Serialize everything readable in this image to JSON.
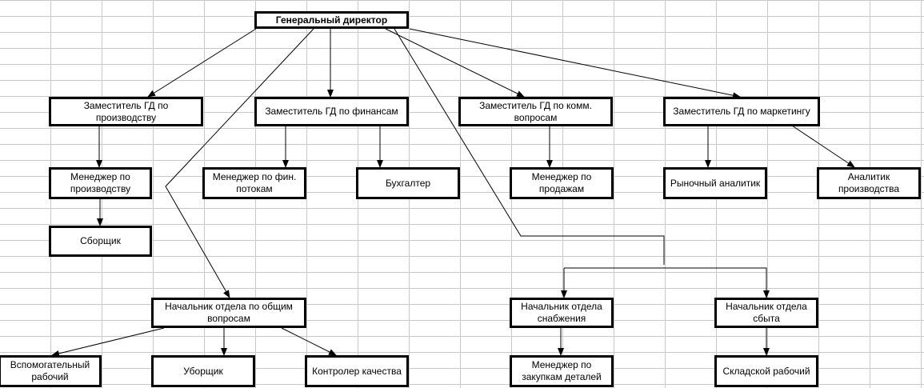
{
  "org": {
    "ceo": "Генеральный директор",
    "dep_production": "Заместитель ГД по производству",
    "dep_finance": "Заместитель ГД по финансам",
    "dep_commerce": "Заместитель ГД по комм. вопросам",
    "dep_marketing": "Заместитель ГД по маркетингу",
    "mgr_production": "Менеджер по производству",
    "assembler": "Сборщик",
    "mgr_fin_flows": "Менеджер по фин. потокам",
    "accountant": "Бухгалтер",
    "mgr_sales": "Менеджер по продажам",
    "market_analyst": "Рыночный аналитик",
    "production_analyst": "Аналитик производства",
    "head_general": "Начальник отдела по общим вопросам",
    "aux_worker": "Вспомогательный рабочий",
    "cleaner": "Уборщик",
    "qc_inspector": "Контролер качества",
    "head_supply": "Начальник отдела снабжения",
    "head_sales": "Начальник отдела сбыта",
    "mgr_parts": "Менеджер по закупкам деталей",
    "warehouse_worker": "Складской рабочий"
  },
  "colors": {
    "box_border": "#000000",
    "connector": "#000000",
    "grid": "#c8c8c8",
    "background": "#ffffff"
  }
}
